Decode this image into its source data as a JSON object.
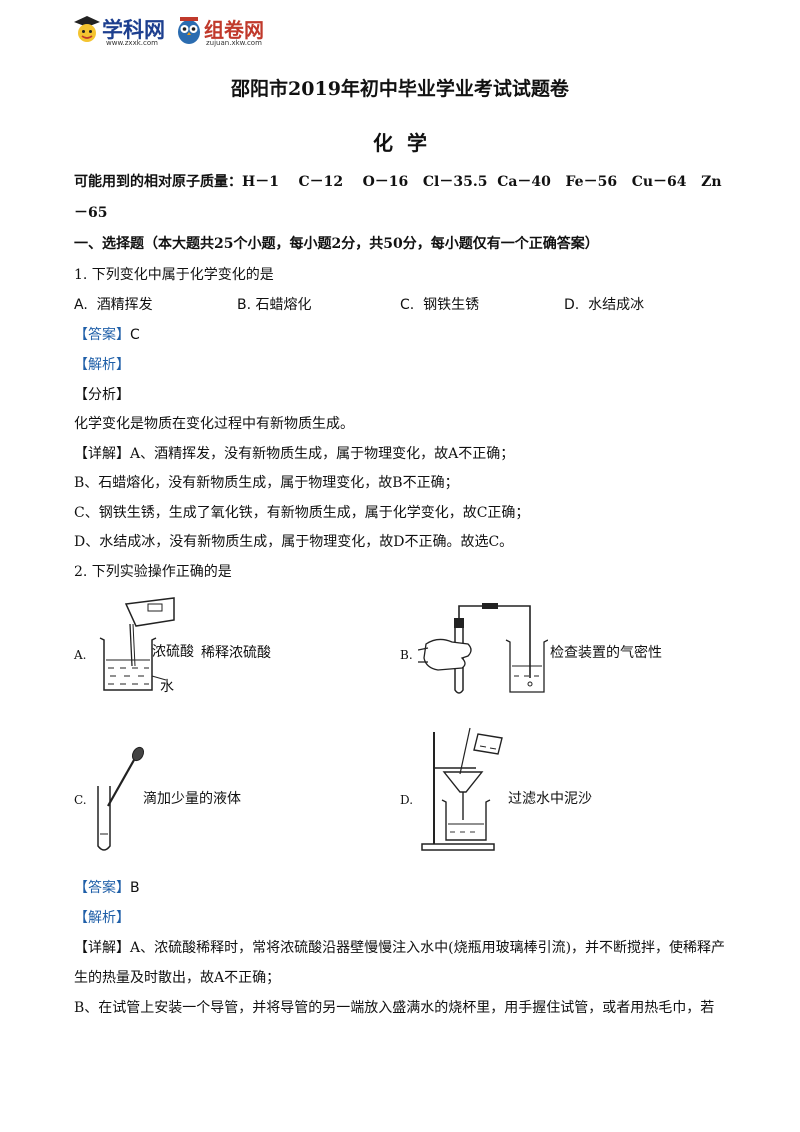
{
  "header": {
    "logo1_text": "学科网",
    "logo1_url": "www.zxxk.com",
    "logo2_text": "组卷网",
    "logo2_url": "zujuan.xkw.com"
  },
  "doc": {
    "title": "邵阳市2019年初中毕业学业考试试题卷",
    "subject": "化  学",
    "atomic_masses": "可能用到的相对原子质量：H－1    C－12    O－16   Cl－35.5  Ca－40   Fe－56   Cu－64   Zn",
    "atomic_masses_cont": "－65",
    "section1": "一、选择题（本大题共25个小题，每小题2分，共50分，每小题仅有一个正确答案）",
    "q1": {
      "stem": "1. 下列变化中属于化学变化的是",
      "options": [
        {
          "letter": "A.",
          "text": "酒精挥发"
        },
        {
          "letter": "B.",
          "text": "石蜡熔化"
        },
        {
          "letter": "C.",
          "text": "钢铁生锈"
        },
        {
          "letter": "D.",
          "text": "水结成冰"
        }
      ],
      "answer_tag": "【答案】",
      "answer": "C",
      "analysis_tag": "【解析】",
      "fenxi_tag": "【分析】",
      "fenxi": "化学变化是物质在变化过程中有新物质生成。",
      "detail_tag": "【详解】",
      "detail_lines": [
        "A、酒精挥发，没有新物质生成，属于物理变化，故A不正确；",
        "B、石蜡熔化，没有新物质生成，属于物理变化，故B不正确；",
        "C、钢铁生锈，生成了氧化铁，有新物质生成，属于化学变化，故C正确；",
        "D、水结成冰，没有新物质生成，属于物理变化，故D不正确。故选C。"
      ]
    },
    "q2": {
      "stem": "2. 下列实验操作正确的是",
      "options": [
        {
          "letter": "A.",
          "text": "稀释浓硫酸",
          "label1": "浓硫酸",
          "label2": "水"
        },
        {
          "letter": "B.",
          "text": "检查装置的气密性"
        },
        {
          "letter": "C.",
          "text": "滴加少量的液体"
        },
        {
          "letter": "D.",
          "text": "过滤水中泥沙"
        }
      ],
      "answer_tag": "【答案】",
      "answer": "B",
      "analysis_tag": "【解析】",
      "detail_tag": "【详解】",
      "detail_line1": "A、浓硫酸稀释时，常将浓硫酸沿器壁慢慢注入水中(烧瓶用玻璃棒引流)，并不断搅拌，使稀释产",
      "detail_line2": "生的热量及时散出，故A不正确；",
      "detail_line3": "B、在试管上安装一个导管，并将导管的另一端放入盛满水的烧杯里，用手握住试管，或者用热毛巾，若"
    }
  }
}
